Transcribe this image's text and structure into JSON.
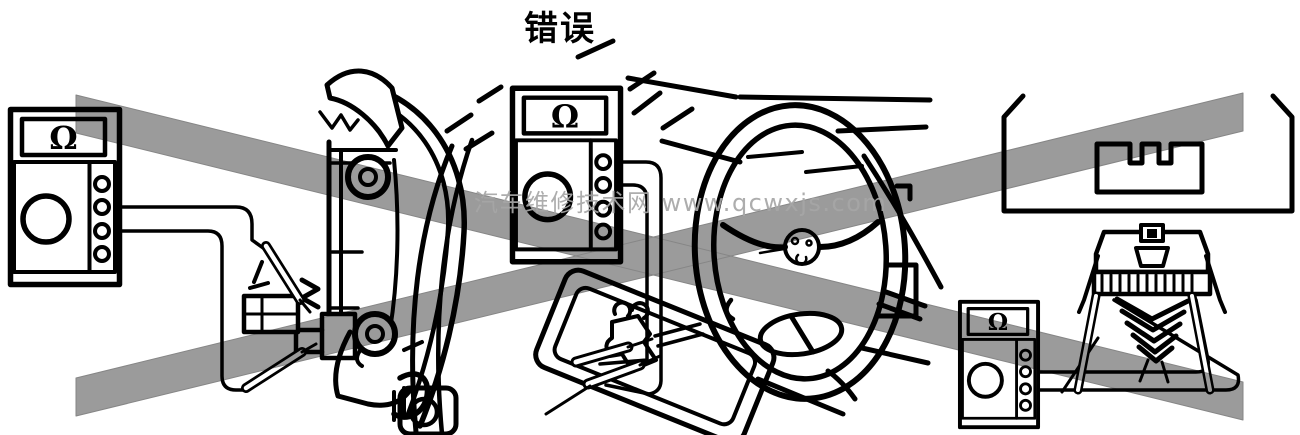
{
  "title": "错误",
  "watermark": "汽车维修技术网 www.qcwxjs.com",
  "ohm": "Ω",
  "colors": {
    "background": "#ffffff",
    "line": "#000000",
    "cross_band": "#9b9b9b",
    "watermark": "#a6a6a6",
    "title": "#000000"
  }
}
